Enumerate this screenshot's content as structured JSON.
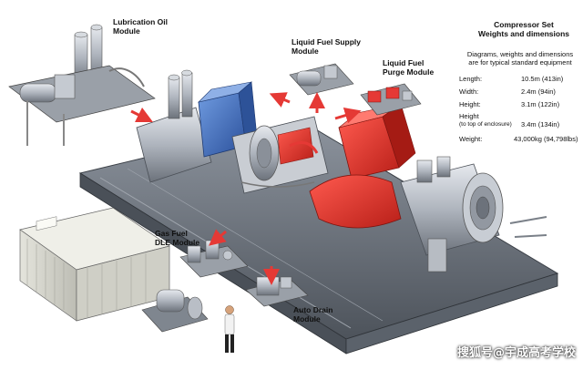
{
  "labels": {
    "lube_oil": [
      "Lubrication Oil",
      "Module"
    ],
    "liquid_fuel_supply": [
      "Liquid Fuel Supply",
      "Module"
    ],
    "liquid_fuel_purge": [
      "Liquid Fuel",
      "Purge Module"
    ],
    "gas_fuel": [
      "Gas Fuel",
      "DLE Module"
    ],
    "auto_drain": [
      "Auto Drain",
      "Module"
    ]
  },
  "specs": {
    "title_line1": "Compressor Set",
    "title_line2": "Weights and dimensions",
    "note_line1": "Diagrams, weights and dimensions",
    "note_line2": "are for typical standard equipment",
    "rows": [
      {
        "key": "Length:",
        "value": "10.5m (413in)"
      },
      {
        "key": "Width:",
        "value": "2.4m (94in)"
      },
      {
        "key": "Height:",
        "value": "3.1m (122in)"
      }
    ],
    "height_enclosure_key1": "Height",
    "height_enclosure_key2": "(to top of enclosure)",
    "height_enclosure_value": "3.4m (134in)",
    "weight_key": "Weight:",
    "weight_value": "43,000kg (94,798lbs)"
  },
  "watermark": "搜狐号@宇成高考学校",
  "colors": {
    "skid": "#6f7680",
    "steel": "#b9bec6",
    "highlight": "#e53935",
    "blue": "#3f6fc4",
    "enclosure": "#d8d8d0"
  }
}
